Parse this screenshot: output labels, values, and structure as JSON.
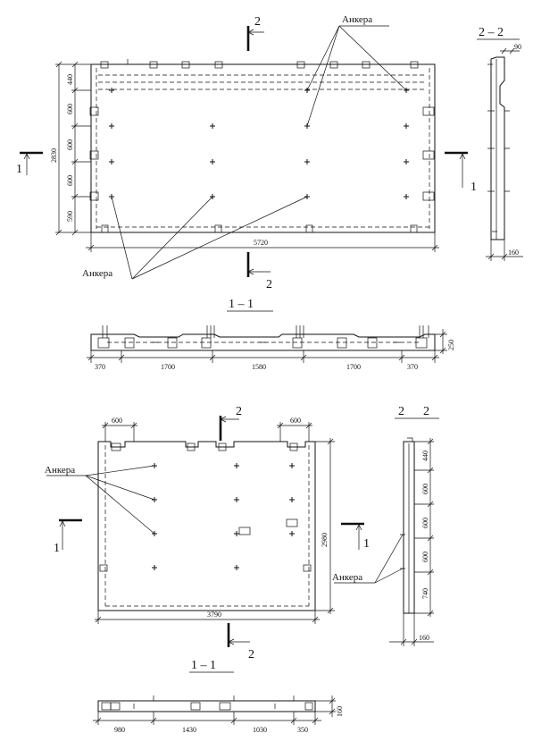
{
  "panel1": {
    "anchor_label_top": "Анкера",
    "anchor_label_bottom": "Анкера",
    "section_top_number": "2",
    "section_bottom_number": "2",
    "section_left_number": "1",
    "section_right_number": "1",
    "dim_width": "5720",
    "dim_height": "2830",
    "dim_rows": [
      "440",
      "600",
      "600",
      "600",
      "590"
    ]
  },
  "panel1_side": {
    "title": "2 – 2",
    "dim_top": "90",
    "dim_bottom": "160"
  },
  "panel1_section": {
    "title": "1 – 1",
    "dims": [
      "370",
      "1700",
      "1580",
      "1700",
      "370"
    ],
    "dim_height": "250"
  },
  "panel2": {
    "anchor_label": "Анкера",
    "section_top_number": "2",
    "section_bottom_number": "2",
    "section_left_number": "1",
    "section_right_number": "1",
    "dim_top_left": "600",
    "dim_top_right": "600",
    "dim_width": "3790",
    "dim_height": "2980"
  },
  "panel2_side": {
    "title_left": "2",
    "title_right": "2",
    "anchor_label": "Анкера",
    "dims": [
      "440",
      "600",
      "600",
      "600",
      "740"
    ],
    "dim_bottom": "160"
  },
  "panel2_section": {
    "title": "1 – 1",
    "dims": [
      "980",
      "1430",
      "1030",
      "350"
    ],
    "dim_height": "160"
  }
}
